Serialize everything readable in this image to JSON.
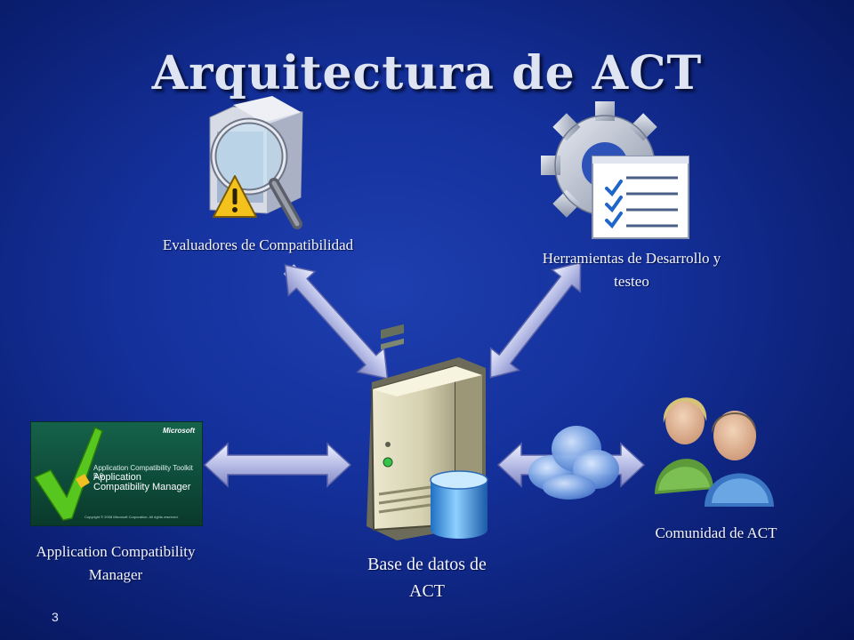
{
  "slide": {
    "title": "Arquitectura de ACT",
    "slide_number": "3"
  },
  "nodes": {
    "evaluadores": {
      "label": "Evaluadores de Compatibilidad",
      "icon": "magnifier-warning-icon"
    },
    "herramientas": {
      "label_line1": "Herramientas de Desarrollo y",
      "label_line2": "testeo",
      "icon": "gear-checklist-icon"
    },
    "acm": {
      "label_line1": "Application Compatibility",
      "label_line2": "Manager",
      "screenshot": {
        "brand": "Microsoft",
        "line1": "Application Compatibility Toolkit 5.0",
        "line2": "Application Compatibility Manager",
        "copyright": "Copyright © 2008 Microsoft Corporation. All rights reserved."
      }
    },
    "database": {
      "label_line1": "Base de datos de",
      "label_line2": "ACT",
      "icon": "server-database-icon"
    },
    "comunidad": {
      "label": "Comunidad de ACT",
      "icon": "users-icon"
    }
  },
  "colors": {
    "background": "#14309a",
    "arrow": "#c9cfee",
    "text": "#f2f4ff"
  }
}
